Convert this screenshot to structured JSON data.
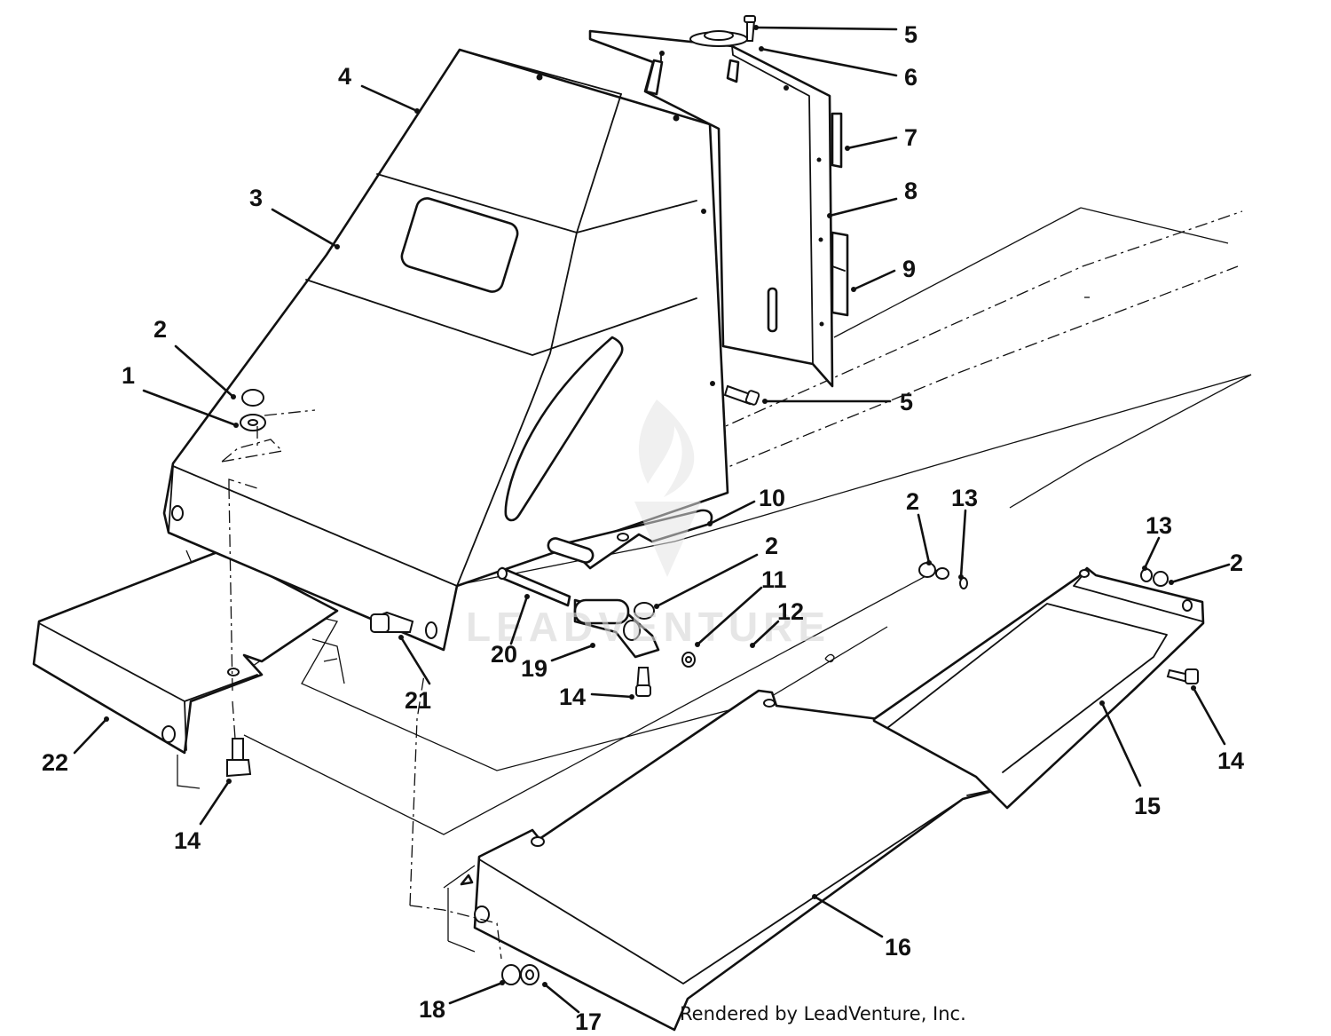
{
  "watermark": {
    "text": "LEADVENTURE",
    "color": "#d6d6d6"
  },
  "credit": "Rendered by LeadVenture, Inc.",
  "callouts": [
    {
      "id": "c1",
      "label": "1"
    },
    {
      "id": "c2a",
      "label": "2"
    },
    {
      "id": "c3",
      "label": "3"
    },
    {
      "id": "c4",
      "label": "4"
    },
    {
      "id": "c5a",
      "label": "5"
    },
    {
      "id": "c6",
      "label": "6"
    },
    {
      "id": "c7",
      "label": "7"
    },
    {
      "id": "c8",
      "label": "8"
    },
    {
      "id": "c9",
      "label": "9"
    },
    {
      "id": "c5b",
      "label": "5"
    },
    {
      "id": "c10",
      "label": "10"
    },
    {
      "id": "c2b",
      "label": "2"
    },
    {
      "id": "c11",
      "label": "11"
    },
    {
      "id": "c12",
      "label": "12"
    },
    {
      "id": "c2c",
      "label": "2"
    },
    {
      "id": "c13a",
      "label": "13"
    },
    {
      "id": "c13b",
      "label": "13"
    },
    {
      "id": "c2d",
      "label": "2"
    },
    {
      "id": "c20",
      "label": "20"
    },
    {
      "id": "c19",
      "label": "19"
    },
    {
      "id": "c21",
      "label": "21"
    },
    {
      "id": "c14a",
      "label": "14"
    },
    {
      "id": "c14b",
      "label": "14"
    },
    {
      "id": "c14c",
      "label": "14"
    },
    {
      "id": "c15",
      "label": "15"
    },
    {
      "id": "c16",
      "label": "16"
    },
    {
      "id": "c22",
      "label": "22"
    },
    {
      "id": "c18",
      "label": "18"
    },
    {
      "id": "c17",
      "label": "17"
    }
  ]
}
